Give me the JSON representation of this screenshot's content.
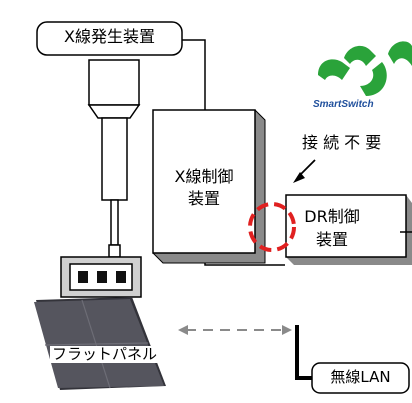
{
  "diagram": {
    "xray_generator": "X線発生装置",
    "xray_controller": [
      "X線制御",
      "装置"
    ],
    "dr_controller": [
      "DR制御",
      "装置"
    ],
    "no_connection_note": "接 続 不 要",
    "flat_panel": "フラットパネル",
    "wireless_lan": "無線LAN",
    "brand": "SmartSwitch",
    "colors": {
      "logo_green": "#2aa33a",
      "logo_blue": "#1f4f9c",
      "highlight_red": "#e02020",
      "box_face": "#ffffff",
      "box_shadow": "#8a8a8a",
      "panel_dark": "#4c4c54"
    }
  }
}
